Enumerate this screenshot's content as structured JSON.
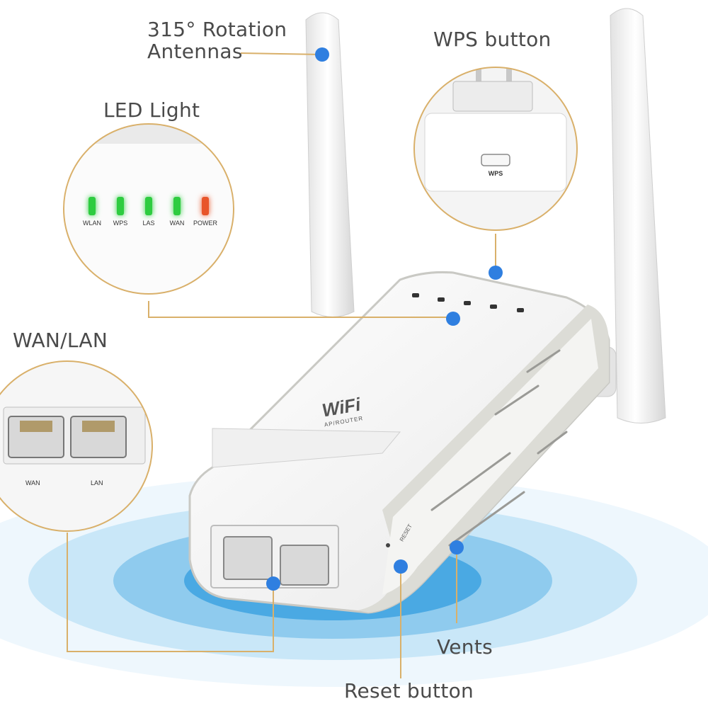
{
  "callouts": {
    "antennas_line1": "315° Rotation",
    "antennas_line2": "Antennas",
    "wps": "WPS button",
    "led": "LED Light",
    "wan_lan": "WAN/LAN",
    "vents": "Vents",
    "reset": "Reset button"
  },
  "led_panel": {
    "leds": [
      {
        "label": "WLAN",
        "color": "#2ecc40"
      },
      {
        "label": "WPS",
        "color": "#2ecc40"
      },
      {
        "label": "LAS",
        "color": "#2ecc40"
      },
      {
        "label": "WAN",
        "color": "#2ecc40"
      },
      {
        "label": "POWER",
        "color": "#e8552a"
      }
    ]
  },
  "wps_panel": {
    "button_label": "WPS"
  },
  "port_panel": {
    "wan_label": "WAN",
    "lan_label": "LAN"
  },
  "device": {
    "logo_text": "WiFi",
    "logo_subtext": "AP/ROUTER",
    "reset_text": "RESET"
  },
  "colors": {
    "leader_line": "#d9b06a",
    "marker_dot": "#2f7fe0",
    "ripple_outer": "#e8f3fb",
    "ripple_mid": "#a8d8f2",
    "ripple_inner": "#3aa4e0",
    "device_body": "#f6f6f6",
    "device_trim": "#d8d8d4"
  }
}
